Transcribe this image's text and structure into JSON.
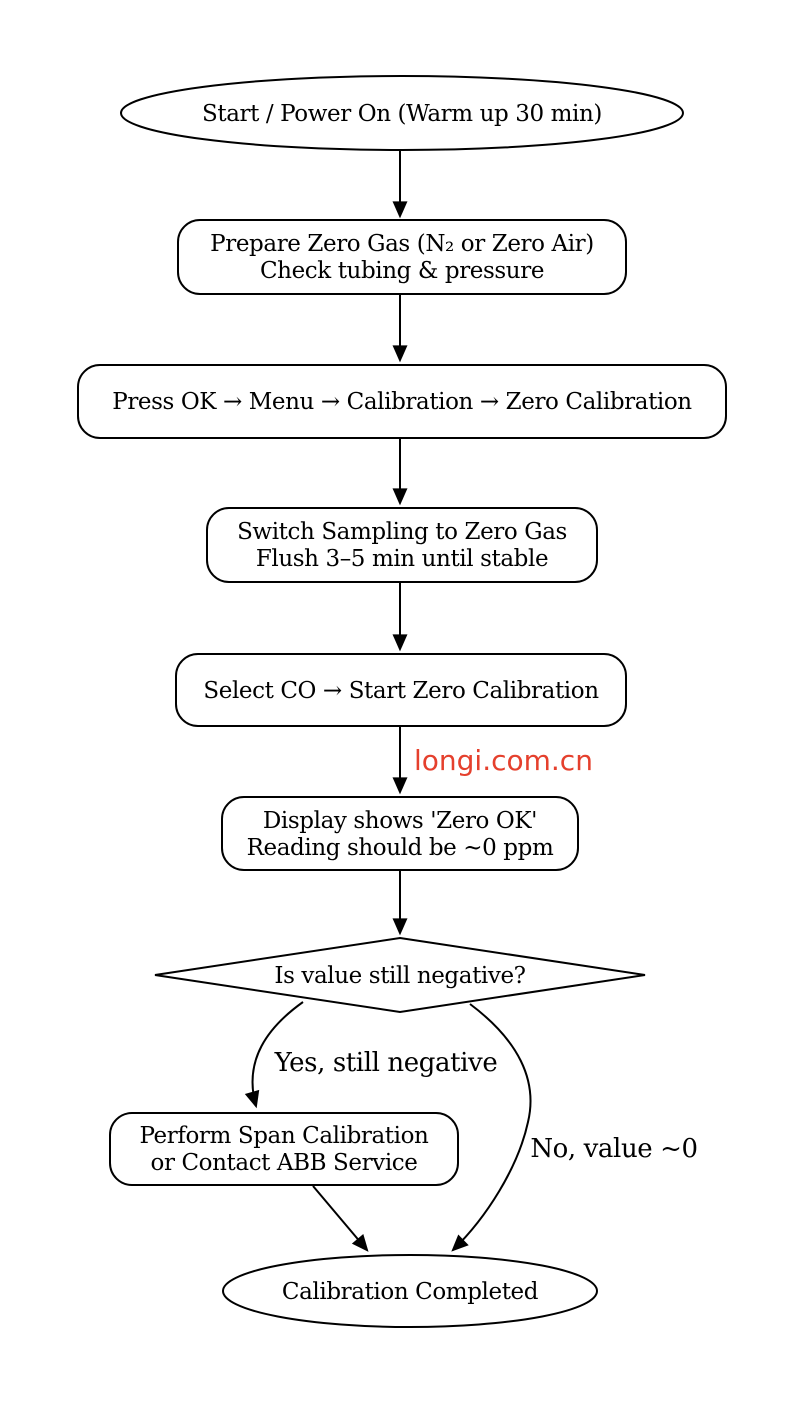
{
  "diagram": {
    "type": "flowchart",
    "nodes": {
      "start": {
        "shape": "ellipse",
        "line1": "Start / Power On (Warm up 30 min)"
      },
      "prepare": {
        "shape": "rounded-rect",
        "line1": "Prepare Zero Gas (N₂ or Zero Air)",
        "line2": "Check tubing & pressure"
      },
      "menu": {
        "shape": "rounded-rect",
        "line1": "Press OK → Menu → Calibration → Zero Calibration"
      },
      "flush": {
        "shape": "rounded-rect",
        "line1": "Switch Sampling to Zero Gas",
        "line2": "Flush 3–5 min until stable"
      },
      "select": {
        "shape": "rounded-rect",
        "line1": "Select CO → Start Zero Calibration"
      },
      "display": {
        "shape": "rounded-rect",
        "line1": "Display shows 'Zero OK'",
        "line2": "Reading should be ~0 ppm"
      },
      "decision": {
        "shape": "diamond",
        "line1": "Is value still negative?"
      },
      "span": {
        "shape": "rounded-rect",
        "line1": "Perform Span Calibration",
        "line2": "or Contact ABB Service"
      },
      "done": {
        "shape": "ellipse",
        "line1": "Calibration Completed"
      }
    },
    "edge_labels": {
      "yes": "Yes, still negative",
      "no": "No, value ~0"
    },
    "watermark": {
      "text": "longi.com.cn",
      "color": "#e5402d"
    },
    "colors": {
      "stroke": "#000000",
      "text": "#000000",
      "background": "#ffffff"
    }
  }
}
